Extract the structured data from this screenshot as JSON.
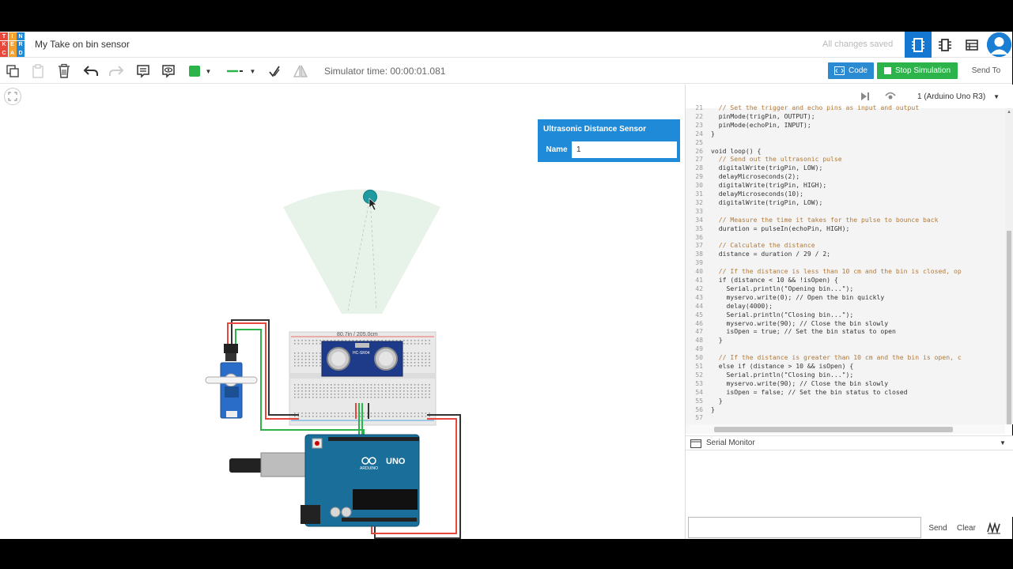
{
  "header": {
    "logo_letters": [
      "T",
      "I",
      "N",
      "K",
      "E",
      "R",
      "C",
      "A",
      "D"
    ],
    "logo_colors": [
      "#e8473c",
      "#f4a130",
      "#1e8ad8",
      "#e8473c",
      "#f4a130",
      "#1e8ad8",
      "#e8473c",
      "#f4a130",
      "#1e8ad8"
    ],
    "project_title": "My Take on bin sensor",
    "save_status": "All changes saved",
    "view_circuit_icon": "circuit-view-icon",
    "view_schematic_icon": "schematic-view-icon",
    "view_bom_icon": "component-list-icon"
  },
  "toolbar": {
    "sim_time": "Simulator time: 00:00:01.081",
    "code_label": "Code",
    "stop_label": "Stop Simulation",
    "send_to_label": "Send To",
    "fill_color": "#2cb34a",
    "accent_blue": "#2a8ad2"
  },
  "inspector": {
    "title": "Ultrasonic Distance Sensor",
    "name_label": "Name",
    "name_value": "1"
  },
  "circuit": {
    "sensor_readout": "80.7in / 205.0cm",
    "sensor_label": "HC-SR04",
    "arduino_label": "UNO",
    "arduino_brand": "ARDUINO"
  },
  "code_panel": {
    "device": "1 (Arduino Uno R3)",
    "serial_title": "Serial Monitor",
    "send_label": "Send",
    "clear_label": "Clear",
    "lines": [
      {
        "n": "21",
        "t": "  // Set the trigger and echo pins as input and output",
        "c": "cm"
      },
      {
        "n": "22",
        "t": "  pinMode(trigPin, OUTPUT);",
        "c": ""
      },
      {
        "n": "23",
        "t": "  pinMode(echoPin, INPUT);",
        "c": ""
      },
      {
        "n": "24",
        "t": "}",
        "c": ""
      },
      {
        "n": "25",
        "t": "",
        "c": ""
      },
      {
        "n": "26",
        "t": "void loop() {",
        "c": ""
      },
      {
        "n": "27",
        "t": "  // Send out the ultrasonic pulse",
        "c": "cm"
      },
      {
        "n": "28",
        "t": "  digitalWrite(trigPin, LOW);",
        "c": ""
      },
      {
        "n": "29",
        "t": "  delayMicroseconds(2);",
        "c": ""
      },
      {
        "n": "30",
        "t": "  digitalWrite(trigPin, HIGH);",
        "c": ""
      },
      {
        "n": "31",
        "t": "  delayMicroseconds(10);",
        "c": ""
      },
      {
        "n": "32",
        "t": "  digitalWrite(trigPin, LOW);",
        "c": ""
      },
      {
        "n": "33",
        "t": "",
        "c": ""
      },
      {
        "n": "34",
        "t": "  // Measure the time it takes for the pulse to bounce back",
        "c": "cm"
      },
      {
        "n": "35",
        "t": "  duration = pulseIn(echoPin, HIGH);",
        "c": ""
      },
      {
        "n": "36",
        "t": "",
        "c": ""
      },
      {
        "n": "37",
        "t": "  // Calculate the distance",
        "c": "cm"
      },
      {
        "n": "38",
        "t": "  distance = duration / 29 / 2;",
        "c": ""
      },
      {
        "n": "39",
        "t": "",
        "c": ""
      },
      {
        "n": "40",
        "t": "  // If the distance is less than 10 cm and the bin is closed, op",
        "c": "cm"
      },
      {
        "n": "41",
        "t": "  if (distance < 10 && !isOpen) {",
        "c": ""
      },
      {
        "n": "42",
        "t": "    Serial.println(\"Opening bin...\");",
        "c": ""
      },
      {
        "n": "43",
        "t": "    myservo.write(0); // Open the bin quickly",
        "c": ""
      },
      {
        "n": "44",
        "t": "    delay(4000);",
        "c": ""
      },
      {
        "n": "45",
        "t": "    Serial.println(\"Closing bin...\");",
        "c": ""
      },
      {
        "n": "46",
        "t": "    myservo.write(90); // Close the bin slowly",
        "c": ""
      },
      {
        "n": "47",
        "t": "    isOpen = true; // Set the bin status to open",
        "c": ""
      },
      {
        "n": "48",
        "t": "  }",
        "c": ""
      },
      {
        "n": "49",
        "t": "",
        "c": ""
      },
      {
        "n": "50",
        "t": "  // If the distance is greater than 10 cm and the bin is open, c",
        "c": "cm"
      },
      {
        "n": "51",
        "t": "  else if (distance > 10 && isOpen) {",
        "c": ""
      },
      {
        "n": "52",
        "t": "    Serial.println(\"Closing bin...\");",
        "c": ""
      },
      {
        "n": "53",
        "t": "    myservo.write(90); // Close the bin slowly",
        "c": ""
      },
      {
        "n": "54",
        "t": "    isOpen = false; // Set the bin status to closed",
        "c": ""
      },
      {
        "n": "55",
        "t": "  }",
        "c": ""
      },
      {
        "n": "56",
        "t": "}",
        "c": ""
      },
      {
        "n": "57",
        "t": "",
        "c": ""
      }
    ]
  }
}
